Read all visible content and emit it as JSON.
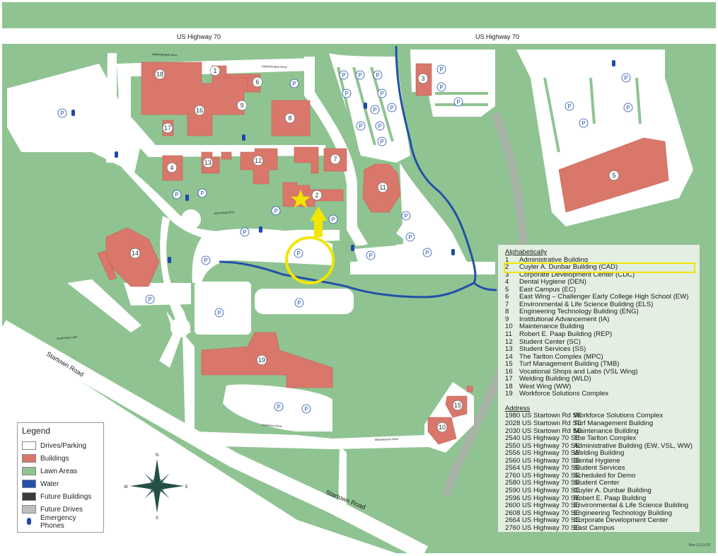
{
  "roads": {
    "highway_west": "US Highway 70",
    "highway_east": "US Highway 70",
    "startown_upper": "Startown Road",
    "startown_lower": "Startown Road",
    "administrative_drive_upper": "Administrative Drive",
    "administrative_drive_lower": "Administrative Drive",
    "east_wing_drive": "East Wing Drive",
    "south_east_lane": "South East Lane",
    "workforce_drive": "Workforce Drive",
    "maintenance_drive": "Maintenance Drive"
  },
  "map_numbers": {
    "b1": "1",
    "b2": "2",
    "b3": "3",
    "b4": "4",
    "b5": "5",
    "b6": "6",
    "b7": "7",
    "b8": "8",
    "b9": "9",
    "b10": "10",
    "b11": "11",
    "b12": "12",
    "b13": "13",
    "b14": "14",
    "b15": "15",
    "b16": "16",
    "b17": "17",
    "b18": "18",
    "b19": "19"
  },
  "parking_symbol": "P",
  "index": {
    "header": "Alphabetically",
    "buildings": [
      {
        "num": "1",
        "name": "Administrative Building"
      },
      {
        "num": "2",
        "name": "Cuyler A. Dunbar Building (CAD)"
      },
      {
        "num": "3",
        "name": "Corporate Development Center (CDC)"
      },
      {
        "num": "4",
        "name": "Dental Hygiene (DEN)"
      },
      {
        "num": "5",
        "name": "East Campus (EC)"
      },
      {
        "num": "6",
        "name": "East Wing – Challenger Early College High School (EW)"
      },
      {
        "num": "7",
        "name": "Environmental & Life Science Building (ELS)"
      },
      {
        "num": "8",
        "name": "Engineering Technology Building (ENG)"
      },
      {
        "num": "9",
        "name": "Institutional Advancement (IA)"
      },
      {
        "num": "10",
        "name": "Maintenance Building"
      },
      {
        "num": "11",
        "name": "Robert E. Paap Building (REP)"
      },
      {
        "num": "12",
        "name": "Student Center (SC)"
      },
      {
        "num": "13",
        "name": "Student Services (SS)"
      },
      {
        "num": "14",
        "name": "The Tarlton Complex (MPC)"
      },
      {
        "num": "15",
        "name": "Turf Management Building (TMB)"
      },
      {
        "num": "16",
        "name": "Vocational Shops and Labs (VSL Wing)"
      },
      {
        "num": "17",
        "name": "Welding Building (WLD)"
      },
      {
        "num": "18",
        "name": "West Wing (WW)"
      },
      {
        "num": "19",
        "name": "Workforce Solutions Complex"
      }
    ],
    "address_header": "Address",
    "addresses": [
      {
        "street": "1980 US Startown Rd SE",
        "place": "Workforce Solutions Complex"
      },
      {
        "street": "2028 US Startown Rd SE",
        "place": "Turf Management Building"
      },
      {
        "street": "2030 US Startown Rd SE",
        "place": "Maintenance Building"
      },
      {
        "street": "2540 US Highway 70 SE",
        "place": "The Tarlton Complex"
      },
      {
        "street": "2550 US Highway 70 SE",
        "place": "Administrative Building (EW, VSL, WW)"
      },
      {
        "street": "2556 US Highway 70 SE",
        "place": "Welding Building"
      },
      {
        "street": "2560 US Highway 70 SE",
        "place": "Dental Hygiene"
      },
      {
        "street": "2564 US Highway 70 SE",
        "place": "Student Services"
      },
      {
        "street": "2760 US Highway 70 SE",
        "place": "Scheduled for Demo"
      },
      {
        "street": "2580 US Highway 70 SE",
        "place": "Student Center"
      },
      {
        "street": "2590 US Highway 70 SE",
        "place": "Cuyler A. Dunbar Building"
      },
      {
        "street": "2596 US Highway 70 SE",
        "place": "Robert E. Paap Building"
      },
      {
        "street": "2600 US Highway 70 SE",
        "place": "Environmental & Life Science Building"
      },
      {
        "street": "2608 US Highway 70 SE",
        "place": "Engineering Technology Building"
      },
      {
        "street": "2664 US Highway 70 SE",
        "place": "Corporate Development Center"
      },
      {
        "street": "2760 US Highway 70 SE",
        "place": "East Campus"
      }
    ]
  },
  "key": {
    "title": "Legend",
    "items": [
      {
        "label": "Drives/Parking",
        "color": "#ffffff"
      },
      {
        "label": "Buildings",
        "color": "#d9776b"
      },
      {
        "label": "Lawn Areas",
        "color": "#8fc492"
      },
      {
        "label": "Water",
        "color": "#2250a8"
      },
      {
        "label": "Future Buildings",
        "color": "#3b3b3b"
      },
      {
        "label": "Future Drives",
        "color": "#bdbdbd"
      }
    ],
    "phones_label": "Emergency Phones"
  },
  "compass": {
    "n": "N",
    "s": "S",
    "e": "E",
    "w": "W"
  },
  "revision": "Rev 11-13-19",
  "colors": {
    "lawn": "#8fc492",
    "building": "#d9776b",
    "drive": "#ffffff",
    "water": "#2250a8",
    "future_drive": "#a9b3a8",
    "highlight": "#f2e600",
    "phone": "#1f4aa8"
  }
}
